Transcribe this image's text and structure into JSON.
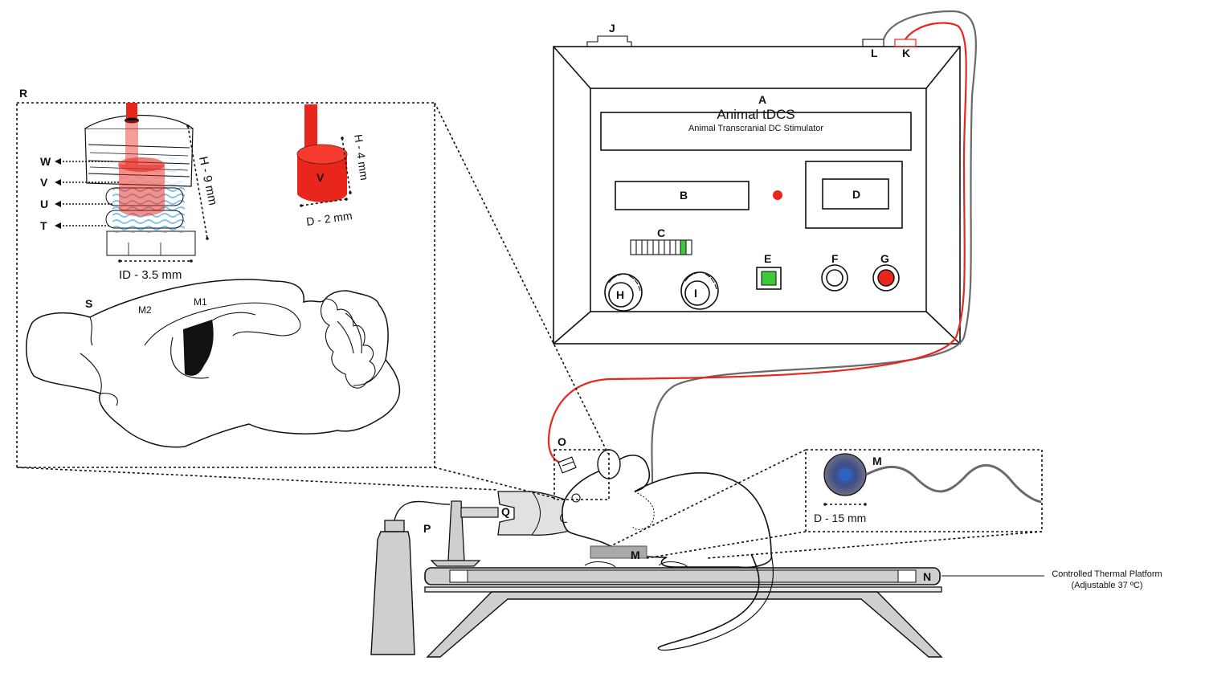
{
  "labels": {
    "A": "A",
    "B": "B",
    "C": "C",
    "D": "D",
    "E": "E",
    "F": "F",
    "G": "G",
    "H": "H",
    "I": "I",
    "J": "J",
    "K": "K",
    "L": "L",
    "M": "M",
    "N": "N",
    "O": "O",
    "P": "P",
    "Q": "Q",
    "R": "R",
    "S": "S",
    "T": "T",
    "U": "U",
    "V": "V",
    "W": "W"
  },
  "device": {
    "title": "Animal tDCS",
    "subtitle": "Animal Transcranial DC Stimulator"
  },
  "brain": {
    "m1": "M1",
    "m2": "M2"
  },
  "dimensions": {
    "electrode_height": "H - 9 mm",
    "electrode_inner_diameter": "ID - 3.5 mm",
    "sponge_height": "H - 4 mm",
    "sponge_diameter": "D - 2 mm",
    "return_electrode_diameter": "D - 15 mm"
  },
  "platform": {
    "line1": "Controlled Thermal Platform",
    "line2": "(Adjustable 37 ºC)"
  },
  "colors": {
    "anode_red": "#e8261c",
    "cathode_gray": "#6a6a6a",
    "indicator_green": "#3cc93c",
    "saline_blue": "#7cc0ef",
    "electrode_blue": "#2f4e9e",
    "platform_gray": "#cfcfcf"
  }
}
